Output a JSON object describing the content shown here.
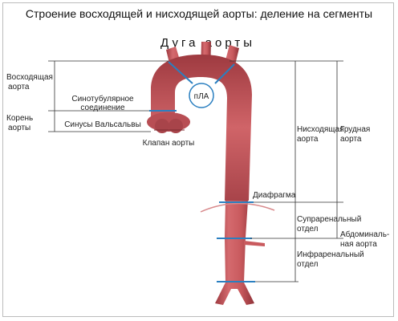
{
  "title": "Строение восходящей и нисходящей аорты: деление на сегменты",
  "labels": {
    "arch": "Дуга аорты",
    "ascending": [
      "Восходящая",
      "аорта"
    ],
    "root": [
      "Корень",
      "аорты"
    ],
    "stj": [
      "Синотубулярное",
      "соединение"
    ],
    "sinuses": "Синусы Вальсальвы",
    "valve": "Клапан аорты",
    "pla": "пЛА",
    "descending": [
      "Нисходящая",
      "аорта"
    ],
    "thoracic": [
      "Грудная",
      "аорта"
    ],
    "diaphragm": "Диафрагма",
    "suprarenal": [
      "Супраренальный",
      "отдел"
    ],
    "abdominal": [
      "Абдоминаль-",
      "ная аорта"
    ],
    "infrarenal": [
      "Инфраренальный",
      "отдел"
    ]
  },
  "colors": {
    "aorta": "#c95a5e",
    "aorta_dark": "#9e3a40",
    "marker": "#2a7fc0",
    "line": "#222222"
  }
}
